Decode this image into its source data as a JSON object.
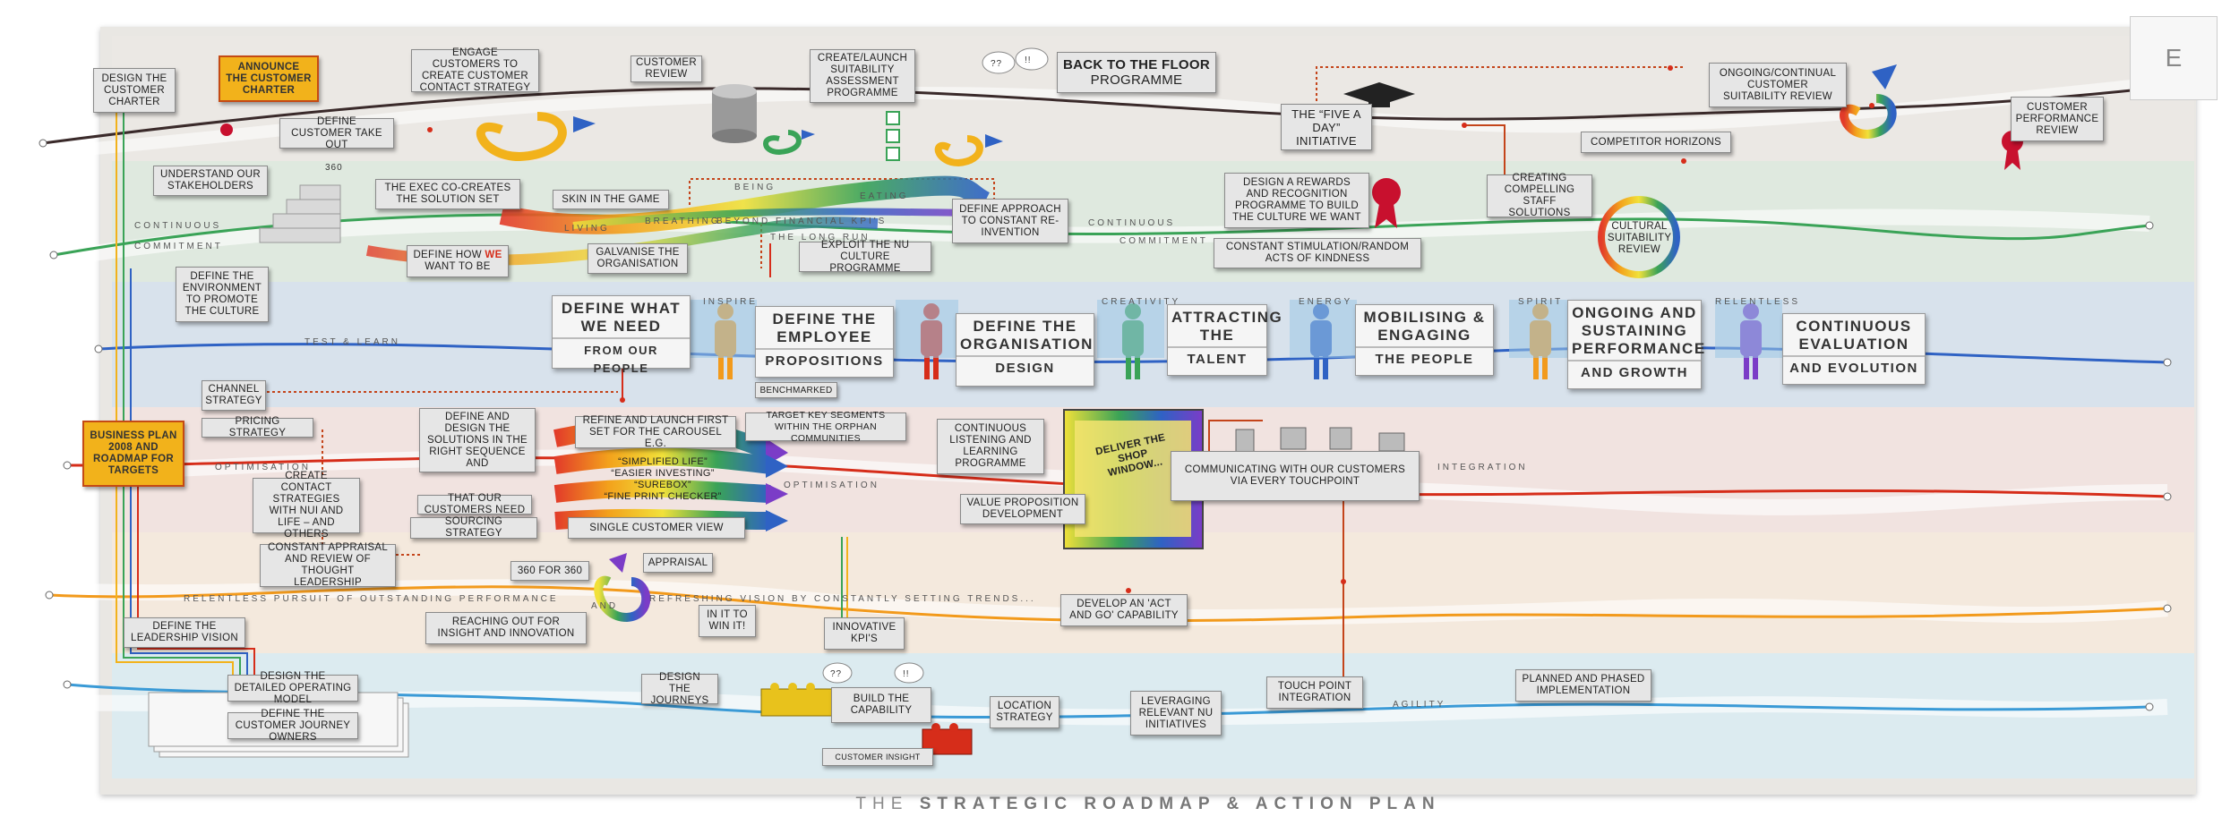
{
  "title": "THE STRATEGIC ROADMAP & ACTION PLAN",
  "title_prefix": "THE",
  "title_main": "STRATEGIC ROADMAP & ACTION PLAN",
  "corner_letter": "E",
  "colors": {
    "band_top": "#e9e6e2",
    "band_green": "#dde8de",
    "band_blue": "#d6e1ec",
    "band_pink": "#f1e2df",
    "band_orange": "#f3e8dc",
    "band_cyan": "#dbe9ee",
    "line_black": "#3a2a2a",
    "line_green": "#3aa357",
    "line_blue": "#2f62c4",
    "line_red": "#d62d1a",
    "line_orange": "#f29a1c",
    "line_cyan": "#3a9ad6",
    "highlight": "#f2b21b"
  },
  "row1": {
    "design_charter": "DESIGN THE CUSTOMER CHARTER",
    "announce_charter": "ANNOUNCE THE CUSTOMER CHARTER",
    "engage_contact": "ENGAGE CUSTOMERS TO CREATE CUSTOMER CONTACT STRATEGY",
    "customer_review": "CUSTOMER REVIEW",
    "define_takeout": "DEFINE CUSTOMER TAKE OUT",
    "suitability": "CREATE/LAUNCH SUITABILITY ASSESSMENT PROGRAMME",
    "back_floor_1": "BACK TO THE FLOOR",
    "back_floor_2": "PROGRAMME",
    "q1": "??",
    "q2": "!!",
    "five_a_day": "THE “FIVE A DAY” INITIATIVE",
    "ongoing_review": "ONGOING/CONTINUAL CUSTOMER SUITABILITY REVIEW",
    "competitor": "COMPETITOR HORIZONS",
    "perf_review": "CUSTOMER PERFORMANCE REVIEW"
  },
  "row2": {
    "stakeholders": "UNDERSTAND OUR STAKEHOLDERS",
    "label_360": "360",
    "exec_cocreate": "THE EXEC CO-CREATES THE SOLUTION SET",
    "skin_in_game": "SKIN IN THE GAME",
    "define_approach": "DEFINE APPROACH TO CONSTANT RE-INVENTION",
    "rewards": "DESIGN A REWARDS AND RECOGNITION PROGRAMME TO BUILD THE CULTURE WE WANT",
    "creating_staff": "CREATING COMPELLING STAFF SOLUTIONS",
    "define_env": "DEFINE THE ENVIRONMENT TO PROMOTE THE CULTURE",
    "define_how_1": "DEFINE HOW",
    "define_how_we": "WE",
    "define_how_2": "WANT TO BE",
    "galvanise": "GALVANISE THE ORGANISATION",
    "exploit": "EXPLOIT THE NU CULTURE PROGRAMME",
    "constant_stim": "CONSTANT STIMULATION/RANDOM ACTS OF KINDNESS",
    "cultural_review": "CULTURAL SUITABILITY REVIEW",
    "curve_continuous": "CONTINUOUS",
    "curve_commitment": "COMMITMENT",
    "curve_continuous2": "CONTINUOUS",
    "curve_commitment2": "COMMITMENT",
    "arc_living": "LIVING",
    "arc_breathing": "BREATHING",
    "arc_being": "BEING",
    "arc_eating": "EATING",
    "arc_beyond": "BEYOND FINANCIAL KPI'S",
    "arc_longrun": "THE LONG RUN"
  },
  "row3": {
    "test_learn": "TEST & LEARN",
    "define_what_top": "DEFINE WHAT WE NEED",
    "define_what_bot": "FROM OUR PEOPLE",
    "employee_top": "DEFINE THE EMPLOYEE",
    "employee_bot": "PROPOSITIONS",
    "benchmarked": "BENCHMARKED",
    "org_top": "DEFINE THE ORGANISATION",
    "org_bot": "DESIGN",
    "talent_top": "ATTRACTING THE",
    "talent_bot": "TALENT",
    "mobilise_top": "MOBILISING & ENGAGING",
    "mobilise_bot": "THE PEOPLE",
    "ongoing_top": "ONGOING AND SUSTAINING PERFORMANCE",
    "ongoing_bot": "AND GROWTH",
    "continuous_top": "CONTINUOUS EVALUATION",
    "continuous_bot": "AND EVOLUTION",
    "word_inspire": "INSPIRE",
    "word_creativity": "CREATIVITY",
    "word_energy": "ENERGY",
    "word_spirit": "SPIRIT",
    "word_relentless": "RELENTLESS"
  },
  "row4": {
    "channel": "CHANNEL STRATEGY",
    "pricing": "PRICING STRATEGY",
    "business_plan": "BUSINESS PLAN 2008 AND ROADMAP FOR TARGETS",
    "define_design": "DEFINE AND DESIGN THE SOLUTIONS IN THE RIGHT SEQUENCE AND",
    "refine_launch": "REFINE AND LAUNCH FIRST SET FOR THE CAROUSEL E.G.",
    "target_segments": "TARGET KEY SEGMENTS WITHIN THE ORPHAN COMMUNITIES",
    "carousel_1": "“SIMPLIFIED LIFE”",
    "carousel_2": "“EASIER INVESTING”",
    "carousel_3": "“SUREBOX”",
    "carousel_4": "“FINE PRINT CHECKER”",
    "continuous_listening": "CONTINUOUS LISTENING AND LEARNING PROGRAMME",
    "deliver_shop": "DELIVER THE SHOP WINDOW...",
    "communicating": "COMMUNICATING WITH OUR CUSTOMERS VIA EVERY TOUCHPOINT",
    "create_contact": "CREATE CONTACT STRATEGIES WITH NUI AND LIFE – AND OTHERS",
    "that_our": "THAT OUR CUSTOMERS NEED",
    "sourcing": "SOURCING STRATEGY",
    "single_view": "SINGLE CUSTOMER VIEW",
    "value_prop": "VALUE PROPOSITION DEVELOPMENT",
    "curve_optimisation": "OPTIMISATION",
    "curve_optimisation2": "OPTIMISATION",
    "curve_integration": "INTEGRATION"
  },
  "row5": {
    "constant_appraisal": "CONSTANT APPRAISAL AND REVIEW OF THOUGHT LEADERSHIP",
    "appraisal": "APPRAISAL",
    "label_360_360": "360 FOR 360",
    "define_leadership": "DEFINE THE LEADERSHIP VISION",
    "reaching_out": "REACHING OUT FOR INSIGHT AND INNOVATION",
    "in_it": "IN IT TO WIN IT!",
    "innovative_kpis": "INNOVATIVE KPI'S",
    "develop_act": "DEVELOP AN 'ACT AND GO' CAPABILITY",
    "curve_relentless": "RELENTLESS PURSUIT OF OUTSTANDING PERFORMANCE",
    "curve_and": "AND",
    "curve_refreshing": "REFRESHING VISION BY CONSTANTLY SETTING TRENDS..."
  },
  "row6": {
    "design_op": "DESIGN THE DETAILED OPERATING MODEL",
    "define_journey_owners": "DEFINE THE CUSTOMER JOURNEY OWNERS",
    "design_journeys": "DESIGN THE JOURNEYS",
    "build_capability": "BUILD THE CAPABILITY",
    "customer_insight": "CUSTOMER INSIGHT",
    "location": "LOCATION STRATEGY",
    "leveraging": "LEVERAGING RELEVANT NU INITIATIVES",
    "touch_point": "TOUCH POINT INTEGRATION",
    "planned_phased": "PLANNED AND PHASED IMPLEMENTATION",
    "curve_agility": "AGILITY",
    "q1": "??",
    "q2": "!!"
  }
}
